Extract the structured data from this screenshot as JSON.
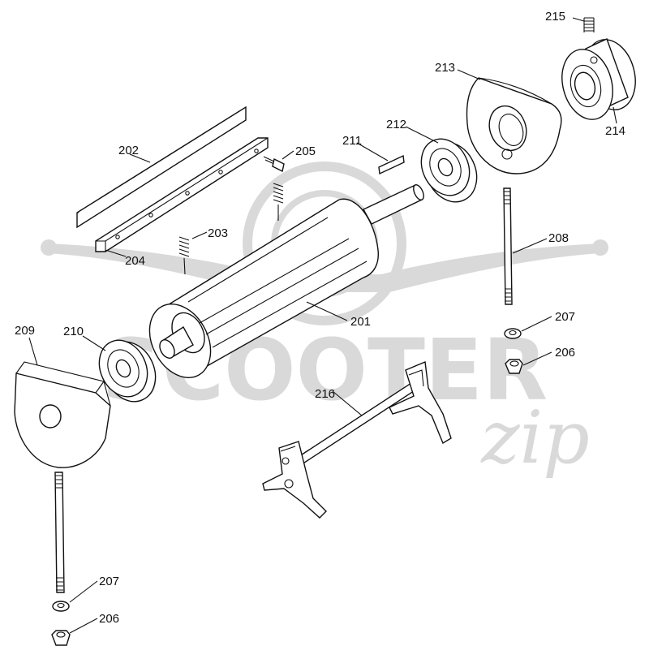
{
  "watermark": {
    "brand": "SCOOTER",
    "script": "zip"
  },
  "parts": [
    {
      "id": "p201",
      "label": "201"
    },
    {
      "id": "p202",
      "label": "202"
    },
    {
      "id": "p203",
      "label": "203"
    },
    {
      "id": "p204",
      "label": "204"
    },
    {
      "id": "p205",
      "label": "205"
    },
    {
      "id": "p206a",
      "label": "206"
    },
    {
      "id": "p206b",
      "label": "206"
    },
    {
      "id": "p207a",
      "label": "207"
    },
    {
      "id": "p207b",
      "label": "207"
    },
    {
      "id": "p208",
      "label": "208"
    },
    {
      "id": "p209",
      "label": "209"
    },
    {
      "id": "p210",
      "label": "210"
    },
    {
      "id": "p211",
      "label": "211"
    },
    {
      "id": "p212",
      "label": "212"
    },
    {
      "id": "p213",
      "label": "213"
    },
    {
      "id": "p214",
      "label": "214"
    },
    {
      "id": "p215",
      "label": "215"
    },
    {
      "id": "p216",
      "label": "216"
    }
  ]
}
